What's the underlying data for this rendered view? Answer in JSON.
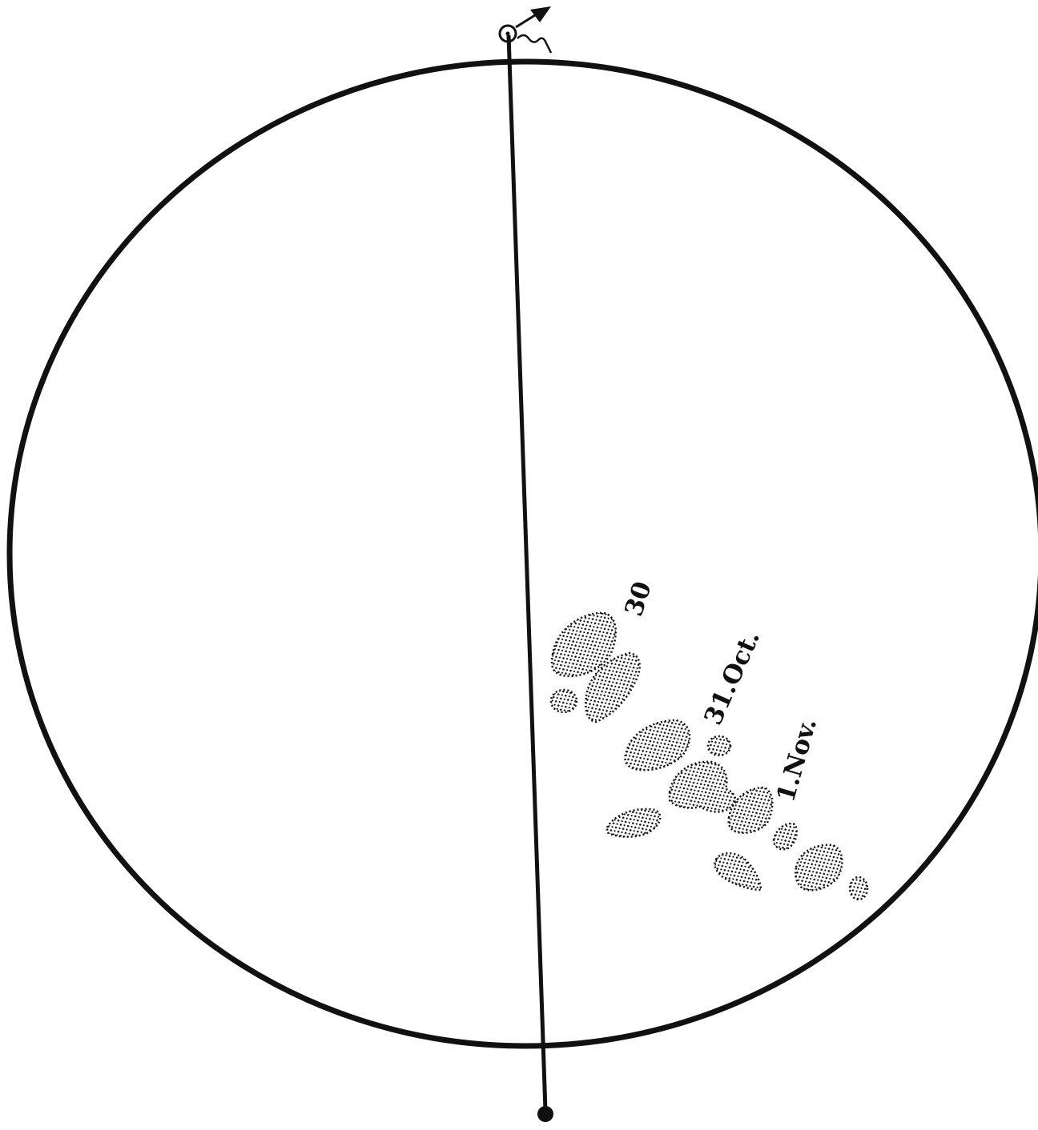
{
  "labels": {
    "day_30": "30",
    "day_31": "31.Oct.",
    "day_1": "1.Nov."
  },
  "colors": {
    "ink": "#111111",
    "paper": "#ffffff"
  },
  "icons": {
    "north_pole_marker": "circled-point-with-arrow-icon",
    "south_pole_marker": "filled-dot-icon"
  }
}
